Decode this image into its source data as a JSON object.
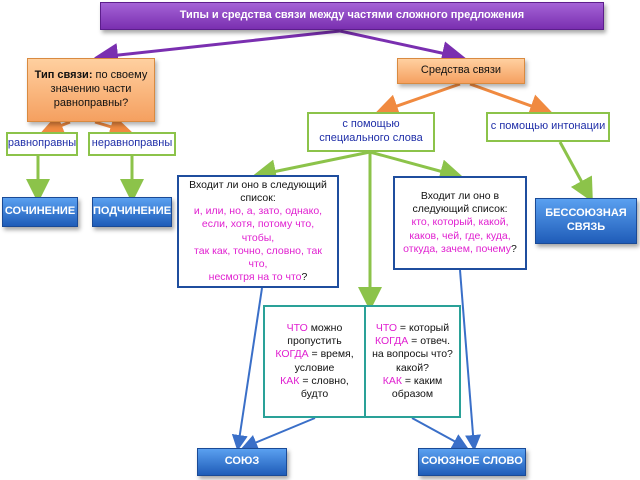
{
  "title": "Типы и средства связи между частями сложного предложения",
  "type_box": {
    "bold": "Тип связи:",
    "line1": "по своему",
    "line2": "значению части",
    "line3": "равноправны?"
  },
  "means_box": "Средства связи",
  "ravnopravny": "равноправны",
  "neravnopravny": "неравноправны",
  "special_word": {
    "line1": "с помощью",
    "line2": "специального слова"
  },
  "intonation": "с помощью интонации",
  "sochinenie": "СОЧИНЕНИЕ",
  "podchinenie": "ПОДЧИНЕНИЕ",
  "bessoyuznaya": {
    "line1": "БЕССОЮЗНАЯ",
    "line2": "СВЯЗЬ"
  },
  "list1": {
    "q1": "Входит ли оно в следующий",
    "q2": "список:",
    "l1": "и, или, но, а, зато, однако,",
    "l2": "если, хотя, потому что, чтобы,",
    "l3": "так как, точно, словно, так что,",
    "l4": "несмотря на то что",
    "qm": "?"
  },
  "list2": {
    "q1": "Входит ли оно в",
    "q2": "следующий список:",
    "l1": "кто, который,  какой,",
    "l2": "каков, чей, где, куда,",
    "l3": "откуда, зачем, почему",
    "qm": "?"
  },
  "compare": {
    "left": {
      "k1": "ЧТО",
      "t1": " можно",
      "t2": "пропустить",
      "k2": "КОГДА",
      "t3": " = время,",
      "t4": "условие",
      "k3": "КАК",
      "t5": " = словно,",
      "t6": "будто"
    },
    "right": {
      "k1": "ЧТО",
      "t1": " = который",
      "k2": "КОГДА",
      "t2": " = отвеч.",
      "t3": "на вопросы что?",
      "t4": "какой?",
      "k3": "КАК",
      "t5": " = каким",
      "t6": "образом"
    }
  },
  "soyuz": "СОЮЗ",
  "soyuznoe": "СОЮЗНОЕ СЛОВО",
  "colors": {
    "purple": "#7a2fb0",
    "orange": "#f5a060",
    "green": "#8cc34a",
    "blue": "#1f5cb8",
    "magenta": "#e020d0",
    "teal": "#2aa198"
  }
}
